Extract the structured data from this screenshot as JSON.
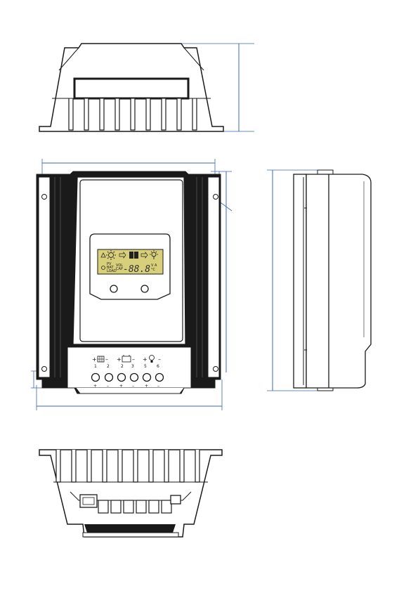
{
  "lcd": {
    "readout": "-88.8",
    "label_pv": "PV",
    "label_bat": "BAT",
    "label_load": "LOAD",
    "label_vol": "VOL",
    "label_cap": "CAP",
    "unit_v": "V",
    "unit_a": "A",
    "unit_c": "°C"
  },
  "terminals": {
    "pv_group": {
      "plus": "+",
      "minus": "–",
      "num_left": "1",
      "num_right": "2"
    },
    "battery_group": {
      "plus": "+",
      "minus": "–",
      "num_left": "2",
      "num_right": "3"
    },
    "load_group": {
      "plus": "+",
      "minus": "–",
      "num_left": "5",
      "num_right": "6"
    },
    "bottom_marks": [
      "+",
      "–",
      "+",
      "–",
      "+",
      "–"
    ]
  },
  "colors": {
    "body": "#1a1a1a",
    "lcd": "#d8cf7a",
    "dimension_line": "#3a68b8",
    "panel_white": "#ffffff"
  },
  "icons": [
    "solar-sun-icon",
    "battery-icon",
    "bulb-icon",
    "arrow-right-icon",
    "warning-icon",
    "pv-panel-icon",
    "lightbulb-icon"
  ]
}
